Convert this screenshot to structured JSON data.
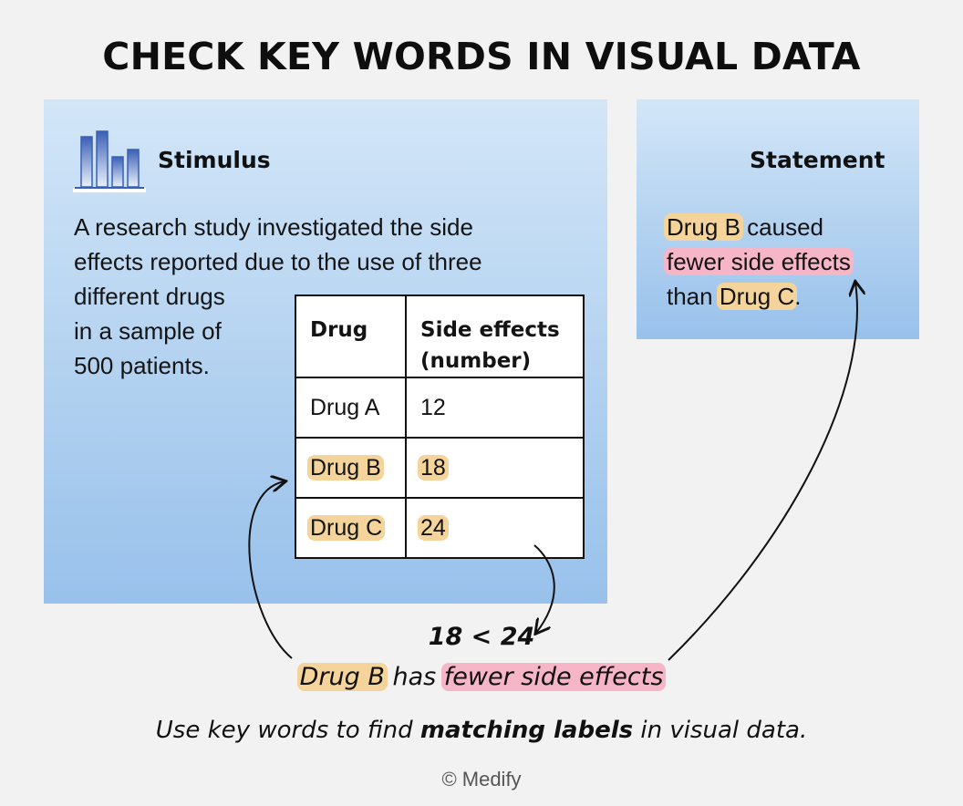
{
  "title": "CHECK KEY WORDS IN VISUAL DATA",
  "stimulus": {
    "heading": "Stimulus",
    "icon": "bar-chart-icon",
    "text_lines": [
      "A research study investigated the side",
      "effects reported due to the use of three",
      "different drugs",
      "in a sample of",
      "500 patients."
    ],
    "table": {
      "headers": [
        "Drug",
        "Side effects",
        "(number)"
      ],
      "rows": [
        [
          "Drug A",
          "12"
        ],
        [
          "Drug B",
          "18"
        ],
        [
          "Drug C",
          "24"
        ]
      ]
    }
  },
  "statement": {
    "heading": "Statement",
    "icon": "document-icon",
    "drug_b": "Drug B",
    "caused": "caused",
    "fewer": "fewer side effects",
    "than": "than",
    "drug_c": "Drug C",
    "period": "."
  },
  "comparison": "18 < 24",
  "conclusion": {
    "drug_b": "Drug B",
    "has": "has",
    "fewer": "fewer side effects"
  },
  "tagline": {
    "before": "Use key words to find",
    "bold": "matching labels",
    "after": "in visual data."
  },
  "copyright": "© Medify",
  "colors": {
    "highlight_yellow": "#f4d49a",
    "highlight_pink": "#f6b6c8",
    "panel_top": "#d3e6f8",
    "panel_bottom": "#98c1eb",
    "icon_blue": "#3b5fb5"
  }
}
